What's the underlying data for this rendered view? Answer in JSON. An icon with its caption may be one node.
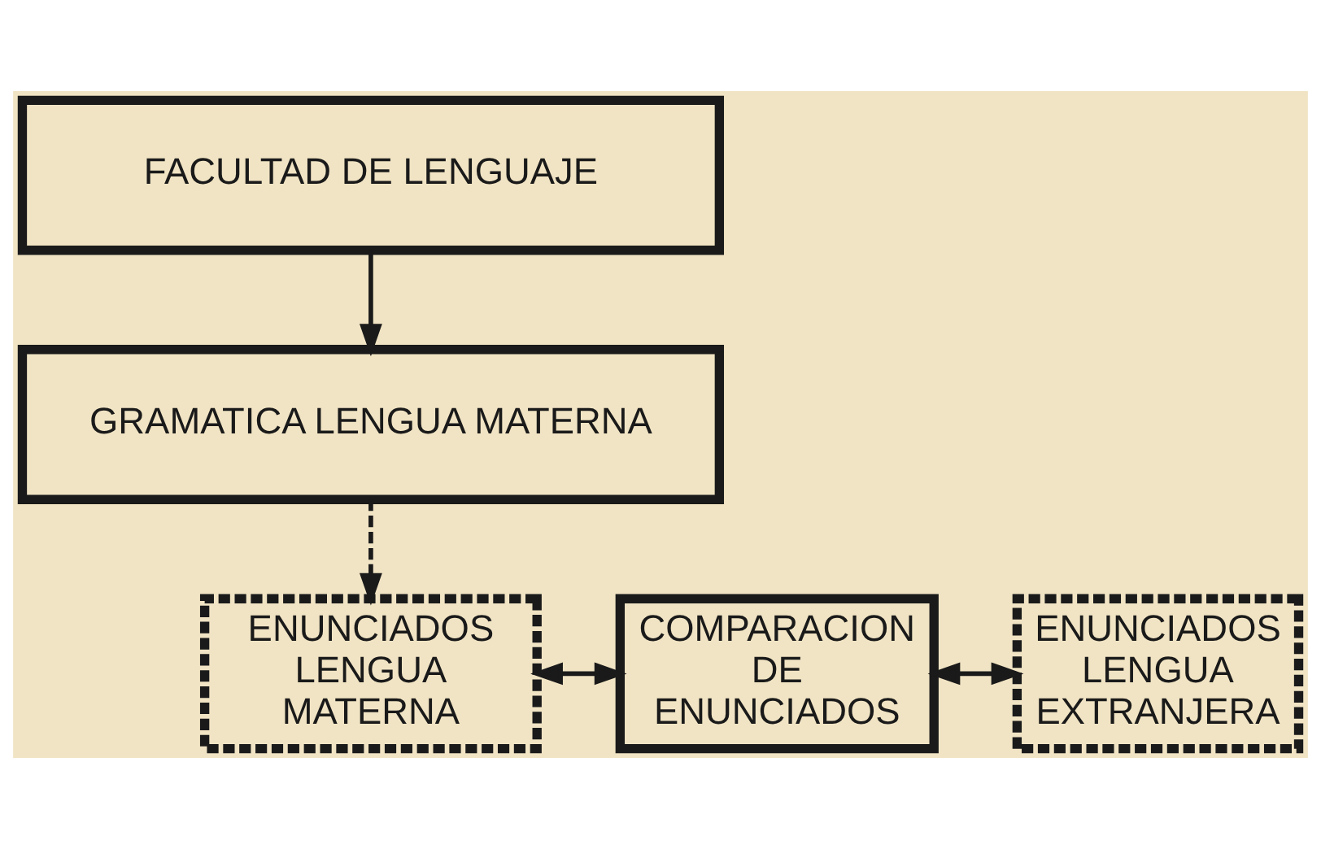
{
  "diagram": {
    "nodes": [
      {
        "text": [
          "FACULTAD DE LENGUAJE"
        ]
      },
      {
        "text": [
          "GRAMATICA LENGUA MATERNA"
        ]
      },
      {
        "text": [
          "ENUNCIADOS LENGUA MATERNA"
        ]
      },
      {
        "text": [
          "COMPARACION DE ENUNCIADOS"
        ]
      },
      {
        "text": [
          "ENUNCIADOS LENGUA EXTRANJERA"
        ]
      }
    ],
    "edges": [
      {
        "from": 0,
        "to": 1,
        "arrow": "to"
      },
      {
        "from": 1,
        "to": 2,
        "arrow": "to",
        "style": "dashed"
      },
      {
        "from": 2,
        "to": 3,
        "arrow": "both"
      },
      {
        "from": 3,
        "to": 4,
        "arrow": "both"
      }
    ]
  }
}
